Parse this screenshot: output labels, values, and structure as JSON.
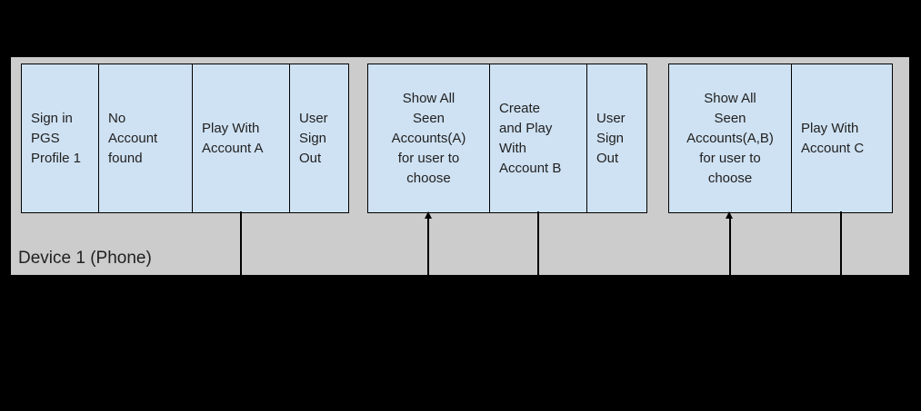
{
  "colors": {
    "background": "#000000",
    "band": "#cccccc",
    "box_fill": "#cfe2f3",
    "box_border": "#000000",
    "connector": "#000000",
    "text": "#212121"
  },
  "lane": {
    "label": "Device 1 (Phone)"
  },
  "groups": [
    {
      "cells": [
        {
          "label": "Sign in\nPGS\nProfile 1"
        },
        {
          "label": "No\nAccount\nfound"
        },
        {
          "label": "Play With\nAccount A"
        },
        {
          "label": "User\nSign\nOut"
        }
      ]
    },
    {
      "cells": [
        {
          "label": "Show All\nSeen\nAccounts(A)\nfor user to\nchoose"
        },
        {
          "label": "Create\nand Play\nWith\nAccount B"
        },
        {
          "label": "User\nSign\nOut"
        }
      ]
    },
    {
      "cells": [
        {
          "label": "Show All\nSeen\nAccounts(A,B)\nfor user to\nchoose"
        },
        {
          "label": "Play With\nAccount C"
        }
      ]
    }
  ]
}
